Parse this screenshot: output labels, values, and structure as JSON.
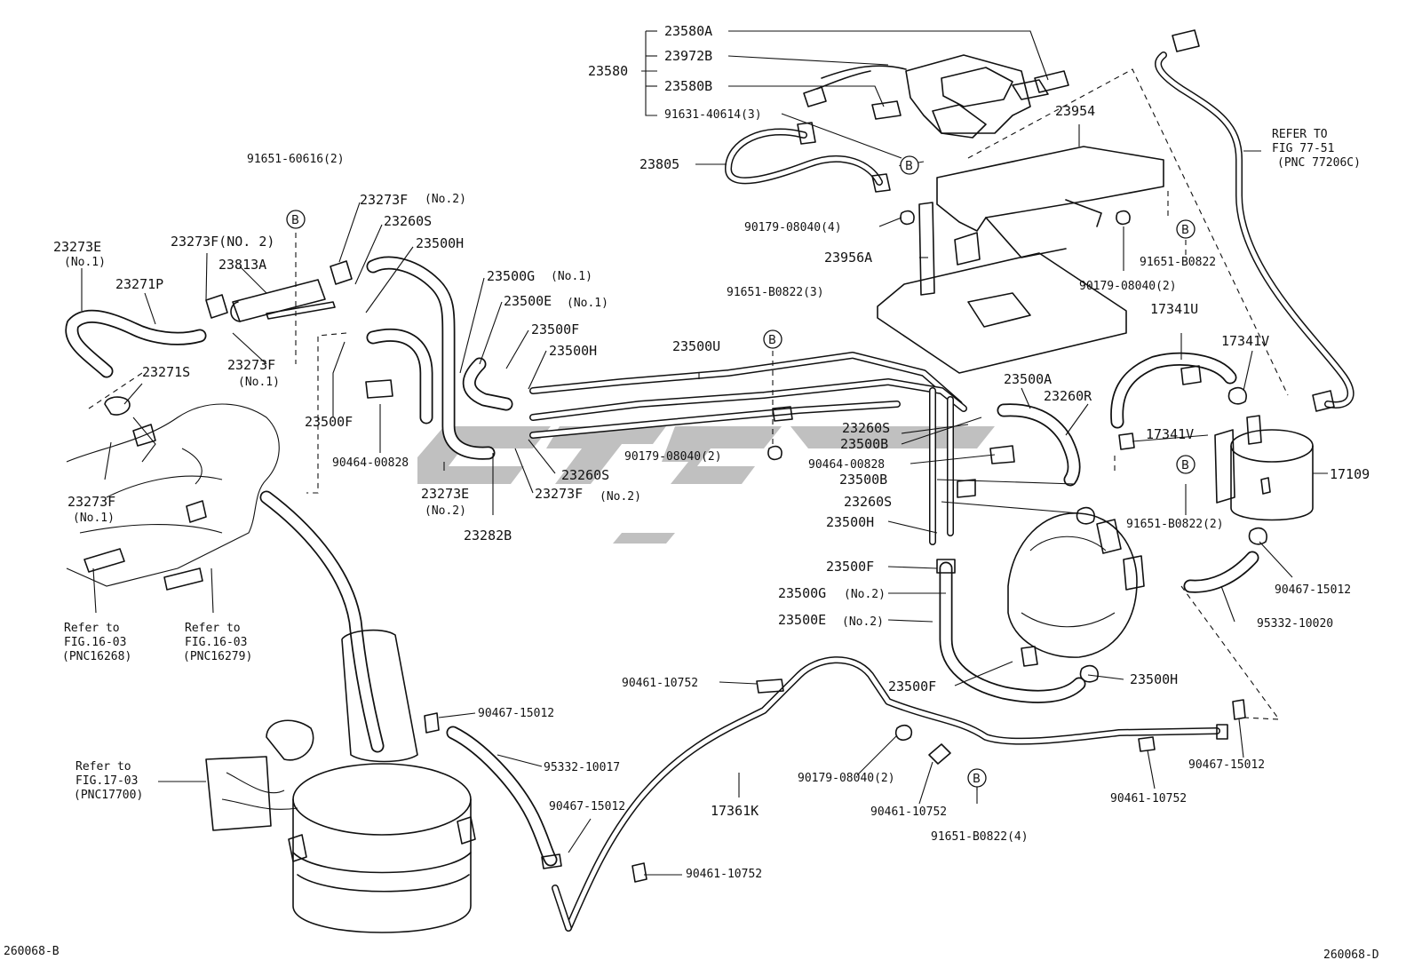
{
  "diagram_id_left": "260068-B",
  "diagram_id_right": "260068-D",
  "badge_letter": "B",
  "labels": {
    "p23580A": "23580A",
    "p23972B": "23972B",
    "p23580": "23580",
    "p23580B": "23580B",
    "p91631": "91631-40614(3)",
    "p23954": "23954",
    "p23805": "23805",
    "refer_77_1": "REFER TO",
    "refer_77_2": "FIG 77-51",
    "refer_77_3": "(PNC 77206C)",
    "p91651_60616": "91651-60616(2)",
    "p23273F_no2_a": "23273F",
    "p23273F_no2_a_sub": "(No.2)",
    "p23260S_a": "23260S",
    "p23500H_a": "23500H",
    "p23273E_no1": "23273E",
    "p23273E_no1_sub": "(No.1)",
    "p23273F_no2_b": "23273F(NO. 2)",
    "p23813A": "23813A",
    "p23271P": "23271P",
    "p23500G_no1": "23500G",
    "p23500G_no1_sub": "(No.1)",
    "p23500E_no1": "23500E",
    "p23500E_no1_sub": "(No.1)",
    "p23500F_a": "23500F",
    "p23500H_b": "23500H",
    "p23273F_no1_a": "23273F",
    "p23273F_no1_a_sub": "(No.1)",
    "p23271S": "23271S",
    "p23500F_b": "23500F",
    "p90179_08040_4": "90179-08040(4)",
    "p91651_B0822_3": "91651-B0822(3)",
    "p23956A": "23956A",
    "p91651_B0822_r": "91651-B0822",
    "p90179_08040_2_a": "90179-08040(2)",
    "p17341U": "17341U",
    "p17341V_a": "17341V",
    "p23500U": "23500U",
    "p23500A": "23500A",
    "p23260R": "23260R",
    "p17341V_b": "17341V",
    "p23260S_b": "23260S",
    "p23500B_a": "23500B",
    "p90464_00828_a": "90464-00828",
    "p90179_08040_2_b": "90179-08040(2)",
    "p90464_00828_b": "90464-00828",
    "p23260S_c": "23260S",
    "p23273F_no2_c": "23273F",
    "p23273F_no2_c_sub": "(No.2)",
    "p23273E_no2": "23273E",
    "p23273E_no2_sub": "(No.2)",
    "p23282B": "23282B",
    "p23273F_no1_b": "23273F",
    "p23273F_no1_b_sub": "(No.1)",
    "p23500B_b": "23500B",
    "p23260S_d": "23260S",
    "p23500H_c": "23500H",
    "p23500F_c": "23500F",
    "p23500G_no2": "23500G",
    "p23500G_no2_sub": "(No.2)",
    "p23500E_no2": "23500E",
    "p23500E_no2_sub": "(No.2)",
    "p17109": "17109",
    "p91651_B0822_2": "91651-B0822(2)",
    "p90467_15012_a": "90467-15012",
    "p95332_10020": "95332-10020",
    "ref16_a_1": "Refer to",
    "ref16_a_2": "FIG.16-03",
    "ref16_a_3": "(PNC16268)",
    "ref16_b_1": "Refer to",
    "ref16_b_2": "FIG.16-03",
    "ref16_b_3": "(PNC16279)",
    "p90461_10752_a": "90461-10752",
    "p23500F_d": "23500F",
    "p23500H_d": "23500H",
    "p90467_15012_b": "90467-15012",
    "ref17_1": "Refer to",
    "ref17_2": "FIG.17-03",
    "ref17_3": "(PNC17700)",
    "p95332_10017": "95332-10017",
    "p90179_08040_2_c": "90179-08040(2)",
    "p90467_15012_c": "90467-15012",
    "p90461_10752_b": "90461-10752",
    "p90461_10752_c": "90461-10752",
    "p17361K": "17361K",
    "p90467_15012_d": "90467-15012",
    "p91651_B0822_4": "91651-B0822(4)",
    "p90461_10752_d": "90461-10752"
  }
}
